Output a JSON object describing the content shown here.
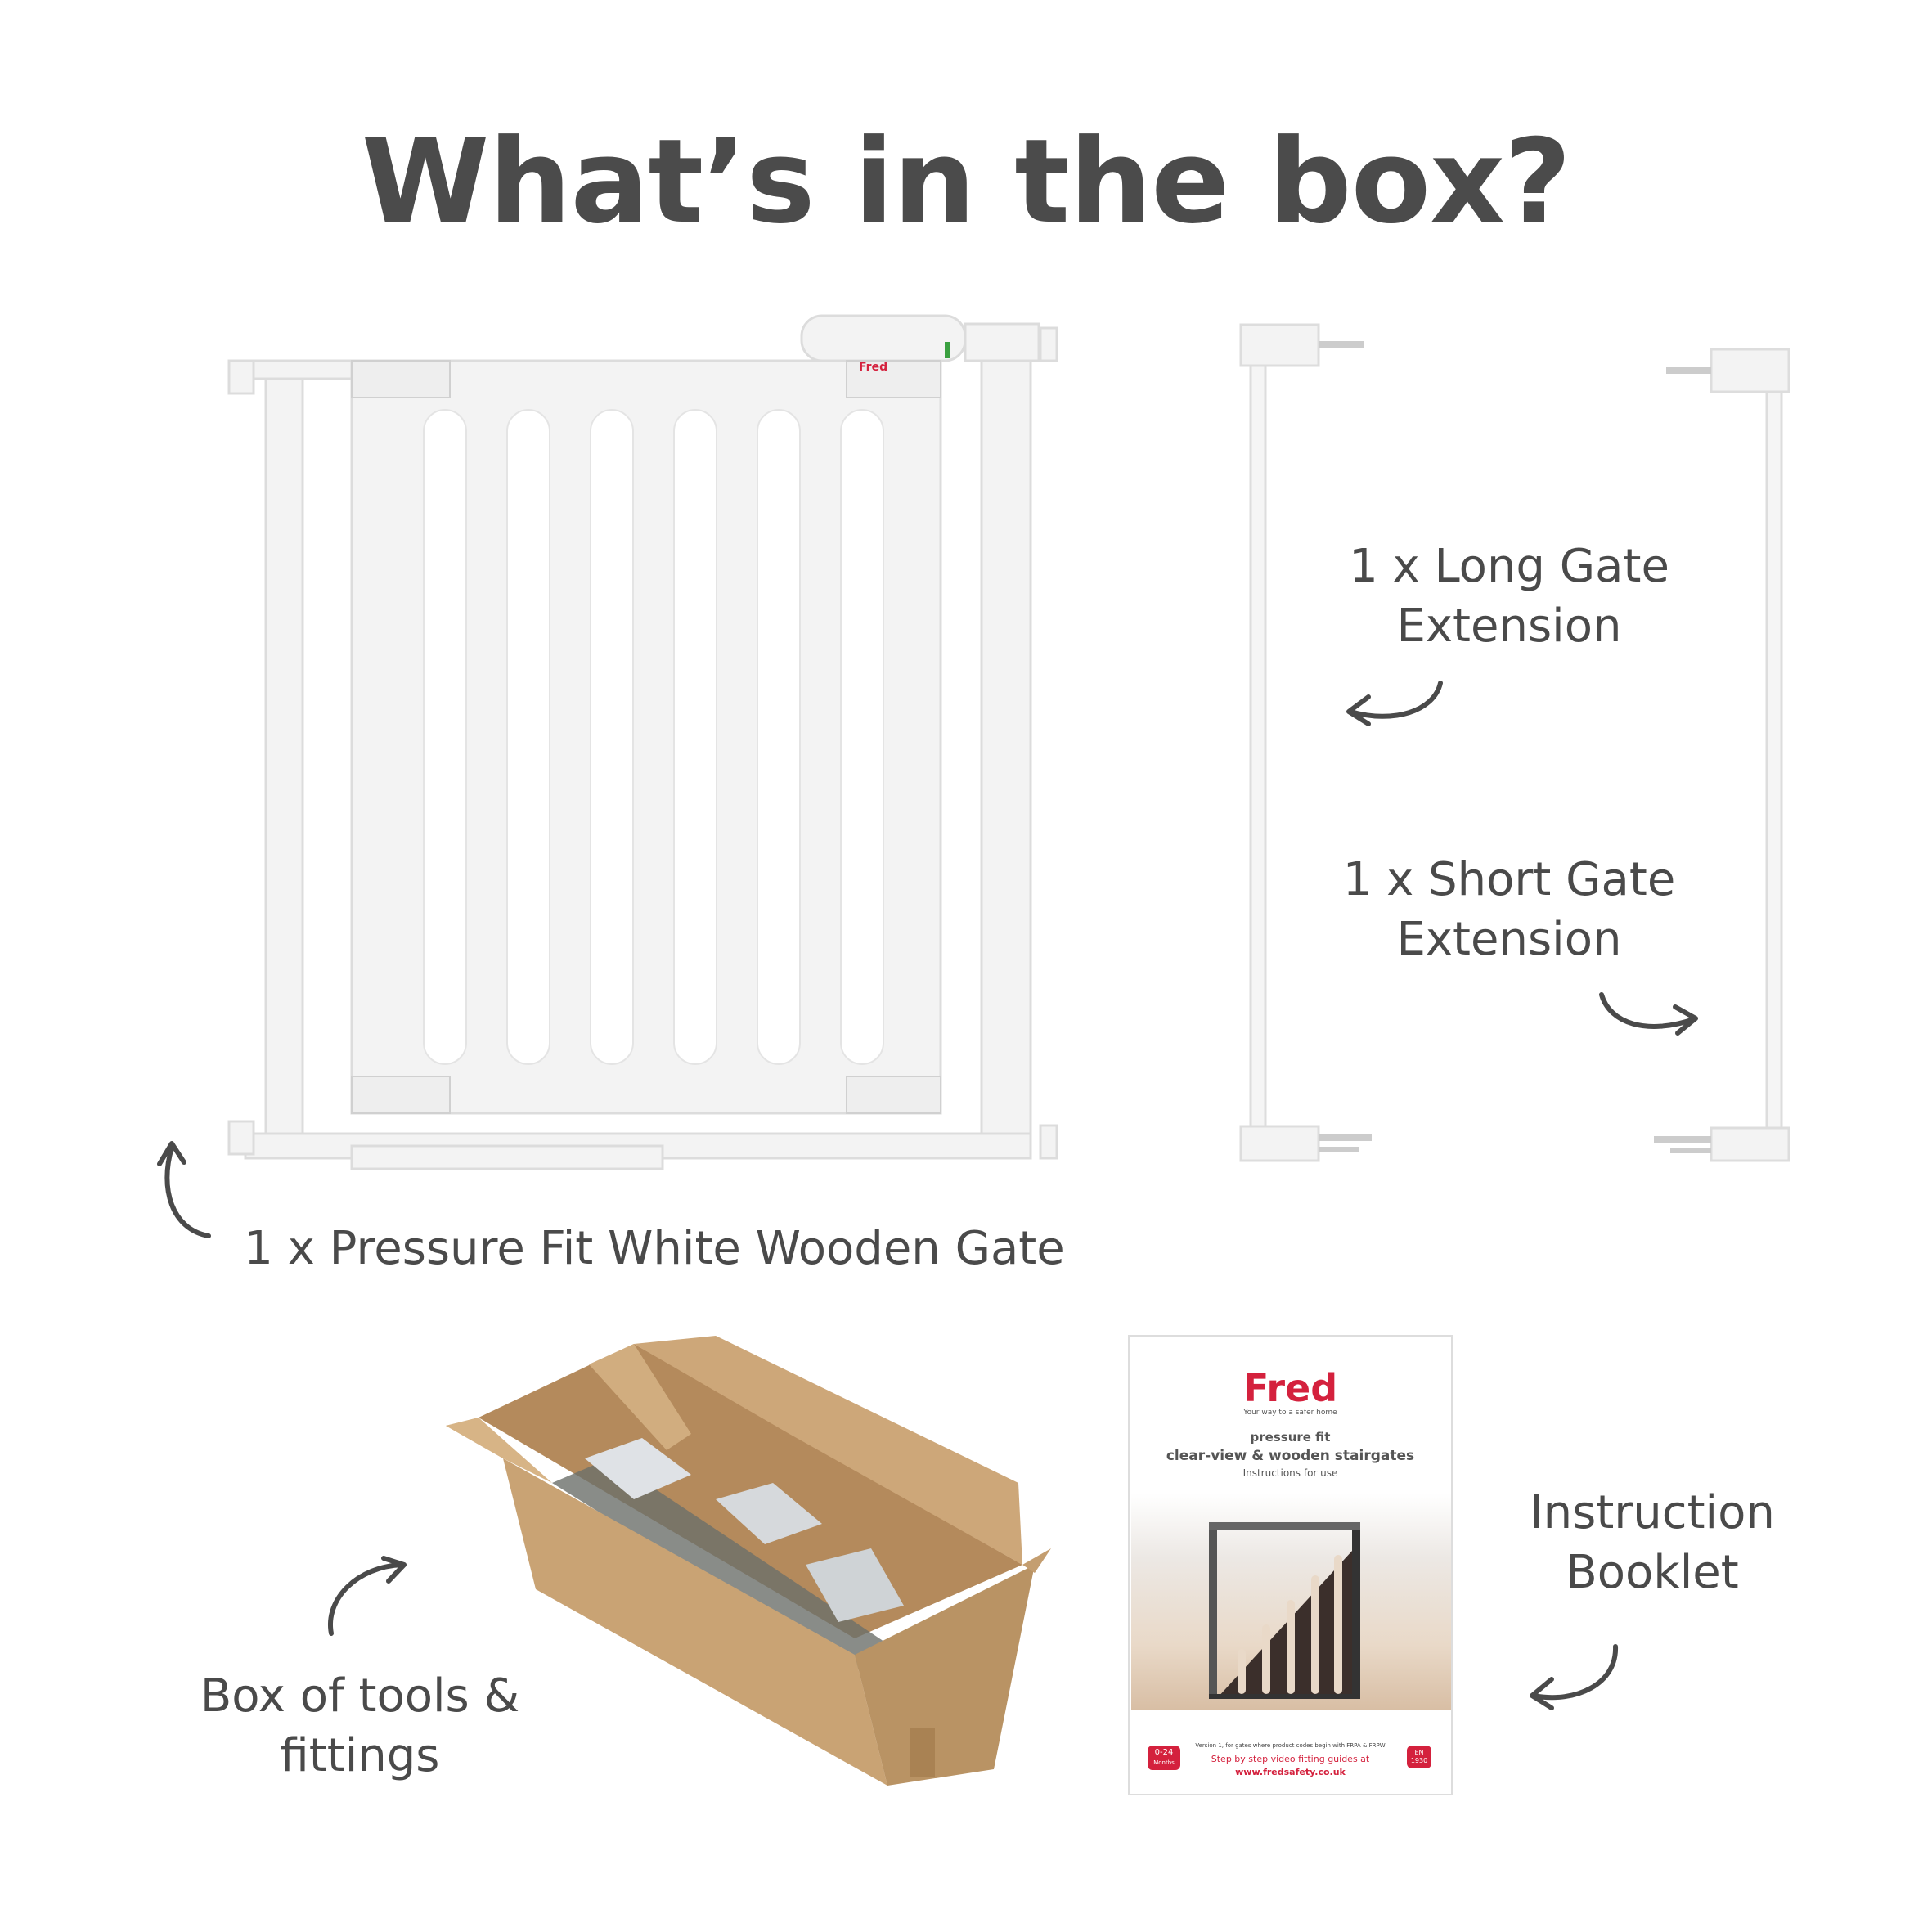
{
  "title": "What’s in the box?",
  "items": {
    "gate": "1 x Pressure Fit White Wooden Gate",
    "long_extension": [
      "1 x Long Gate",
      "Extension"
    ],
    "short_extension": [
      "1 x Short Gate",
      "Extension"
    ],
    "tools_box": [
      "Box of tools &",
      "fittings"
    ],
    "booklet": [
      "Instruction",
      "Booklet"
    ]
  },
  "gate_logo": "Fred",
  "booklet_cover": {
    "brand": "Fred",
    "tagline": "Your way to a safer home",
    "line1": "pressure fit",
    "line2": "clear-view & wooden stairgates",
    "line3": "Instructions for use",
    "version": "Version 1, for gates where product codes begin with FRPA & FRPW",
    "video": "Step by step video fitting guides at",
    "url": "www.fredsafety.co.uk",
    "age_badge": [
      "0-24",
      "Months"
    ],
    "standard_badge": [
      "EN",
      "1930"
    ]
  },
  "colors": {
    "text": "#4a4a4a",
    "brand_red": "#d4213d",
    "cardboard": "#c9a374",
    "gate_white": "#f2f2f2"
  }
}
